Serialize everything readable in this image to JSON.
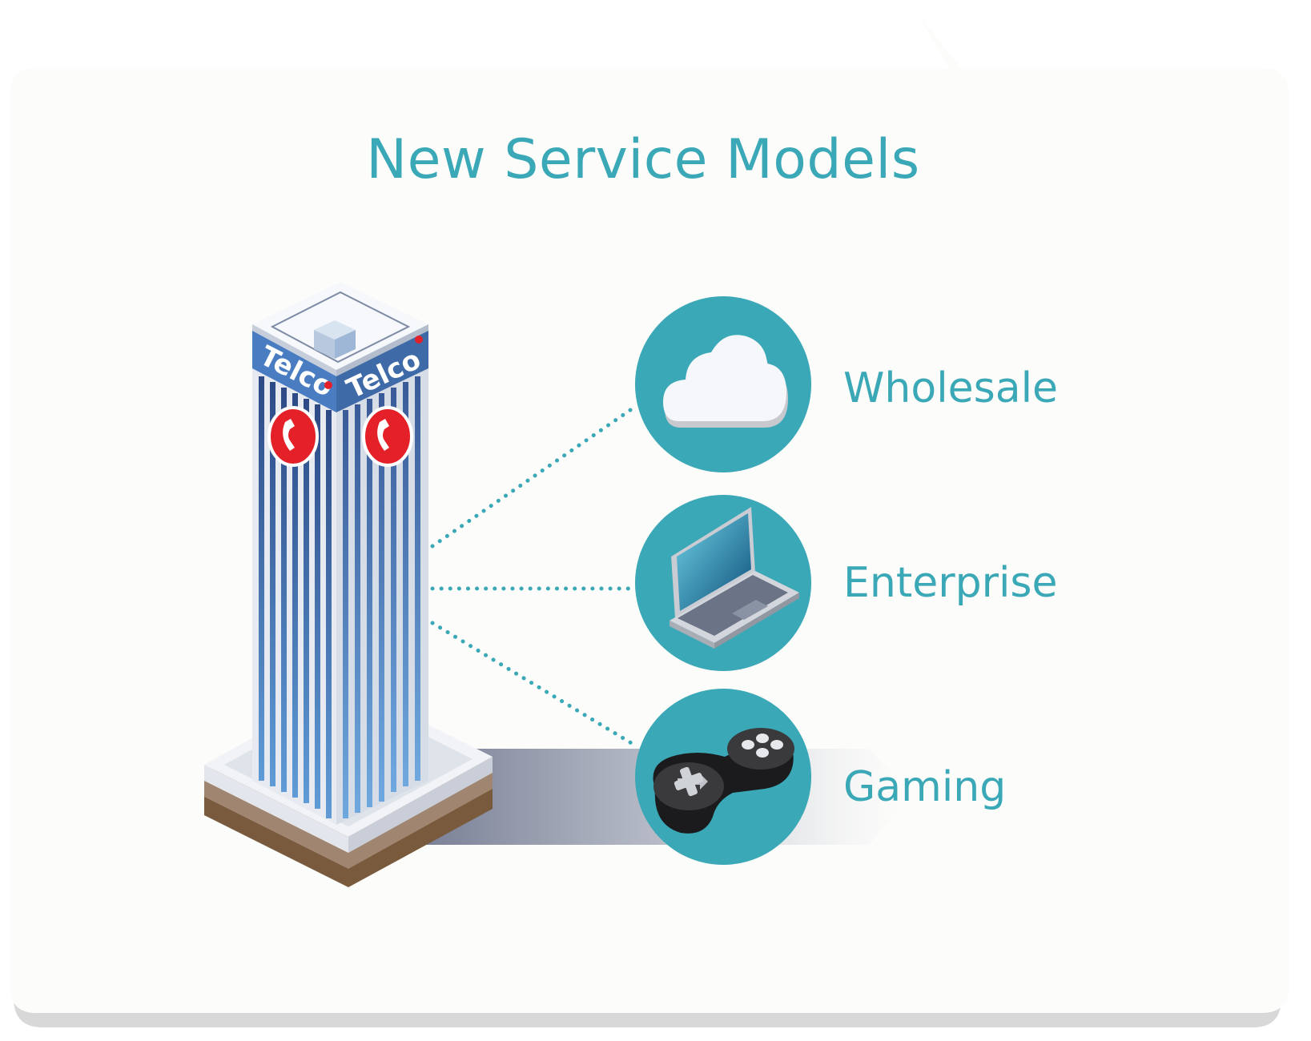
{
  "title": "New Service Models",
  "building": {
    "brand": "Telco"
  },
  "services": [
    {
      "label": "Wholesale",
      "icon": "cloud-icon"
    },
    {
      "label": "Enterprise",
      "icon": "laptop-icon"
    },
    {
      "label": "Gaming",
      "icon": "gamepad-icon"
    }
  ],
  "colors": {
    "accent": "#3aa8b6",
    "card": "#fcfcfa",
    "phone_badge": "#e42128",
    "building_blue": "#3f6aa8"
  }
}
